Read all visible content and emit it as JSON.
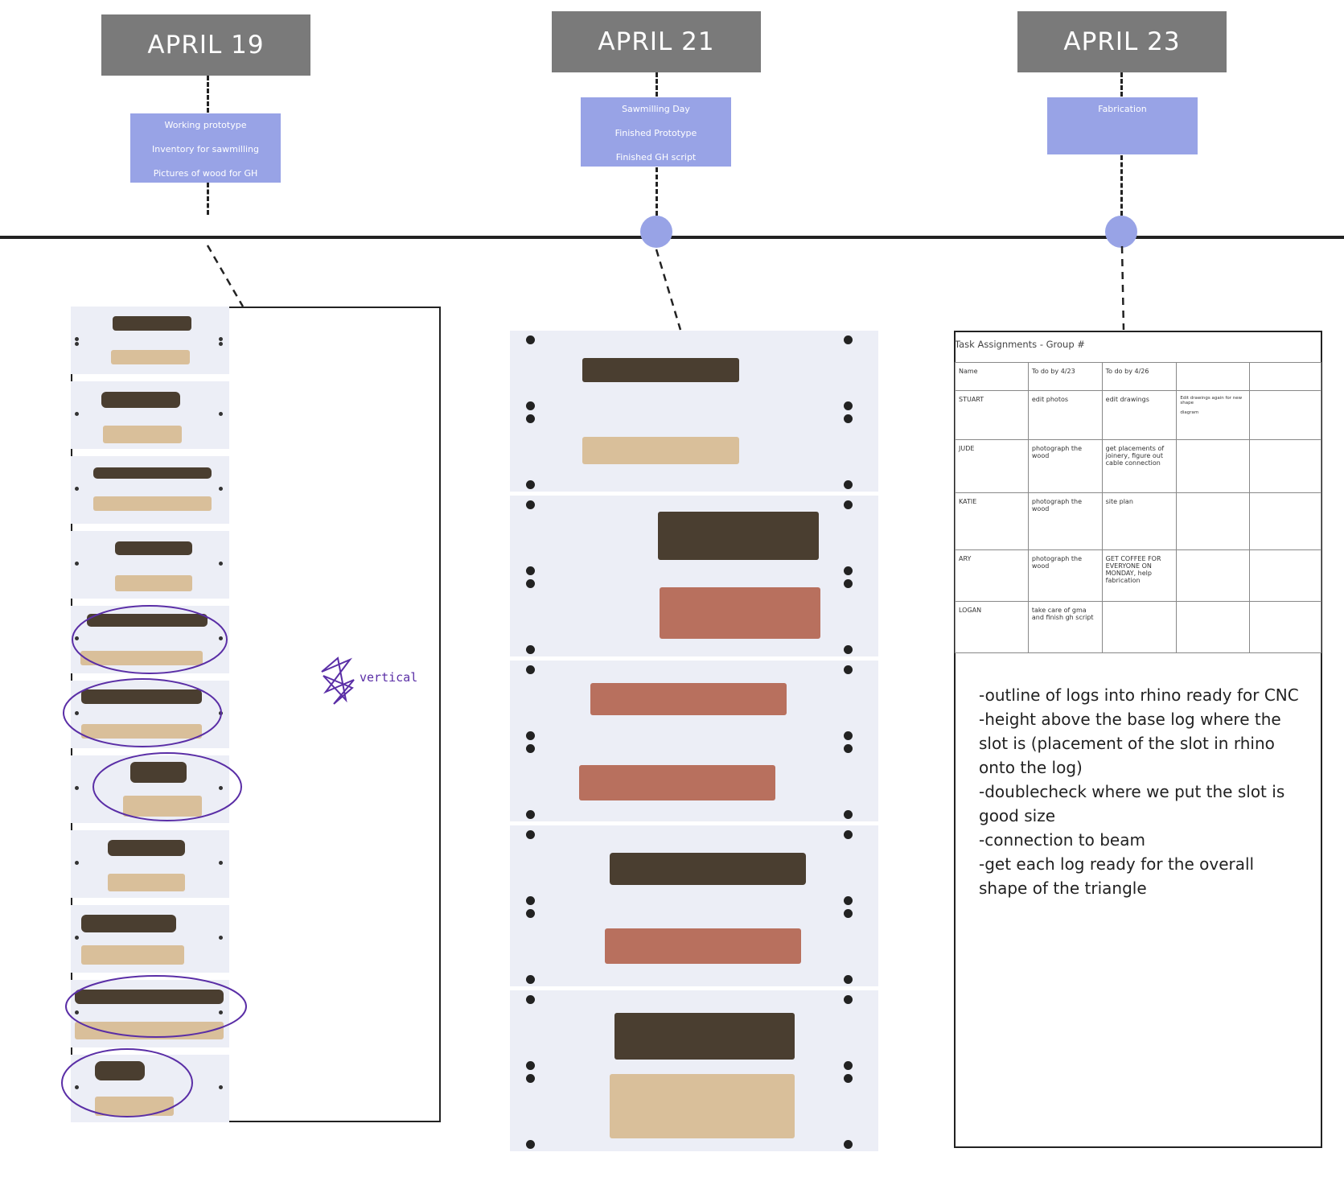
{
  "timeline": {
    "dates": [
      "APRIL 19",
      "APRIL 21",
      "APRIL 23"
    ],
    "notes": [
      [
        "Working prototype",
        "Inventory for sawmilling",
        "Pictures of wood for GH"
      ],
      [
        "Sawmilling Day",
        "Finished Prototype",
        "Finished GH script"
      ],
      [
        "Fabrication"
      ]
    ]
  },
  "annotation": {
    "text": "vertical"
  },
  "tasks": {
    "title": "Task Assignments - Group #",
    "header": [
      "Name",
      "To do by 4/23",
      "To do by 4/26",
      "",
      ""
    ],
    "rows": [
      [
        "STUART",
        "edit photos",
        "edit drawings",
        "Edit drawings again for new shape\n\ndiagram",
        ""
      ],
      [
        "JUDE",
        "photograph the wood",
        "get placements of joinery, figure out cable connection",
        "",
        ""
      ],
      [
        "KATIE",
        "photograph the wood",
        "site plan",
        "",
        ""
      ],
      [
        "ARY",
        "photograph the wood",
        "GET COFFEE FOR EVERYONE ON MONDAY, help fabrication",
        "",
        ""
      ],
      [
        "LOGAN",
        "take care of gma and finish gh script",
        "",
        "",
        ""
      ]
    ]
  },
  "todo": [
    "-outline of logs into rhino ready for CNC",
    "-height above the base log where the slot is (placement of the slot in rhino onto the log)",
    "-doublecheck where we put the slot is good size",
    "-connection to beam",
    "-get each log ready for the overall shape of the triangle"
  ],
  "colors": {
    "date_box": "#7a7a7a",
    "note_box": "#98a3e6",
    "bark": "#4a3e30",
    "sapwood": "#d9bf9a",
    "cedar": "#b8705e",
    "ink": "#5a2ea6"
  }
}
